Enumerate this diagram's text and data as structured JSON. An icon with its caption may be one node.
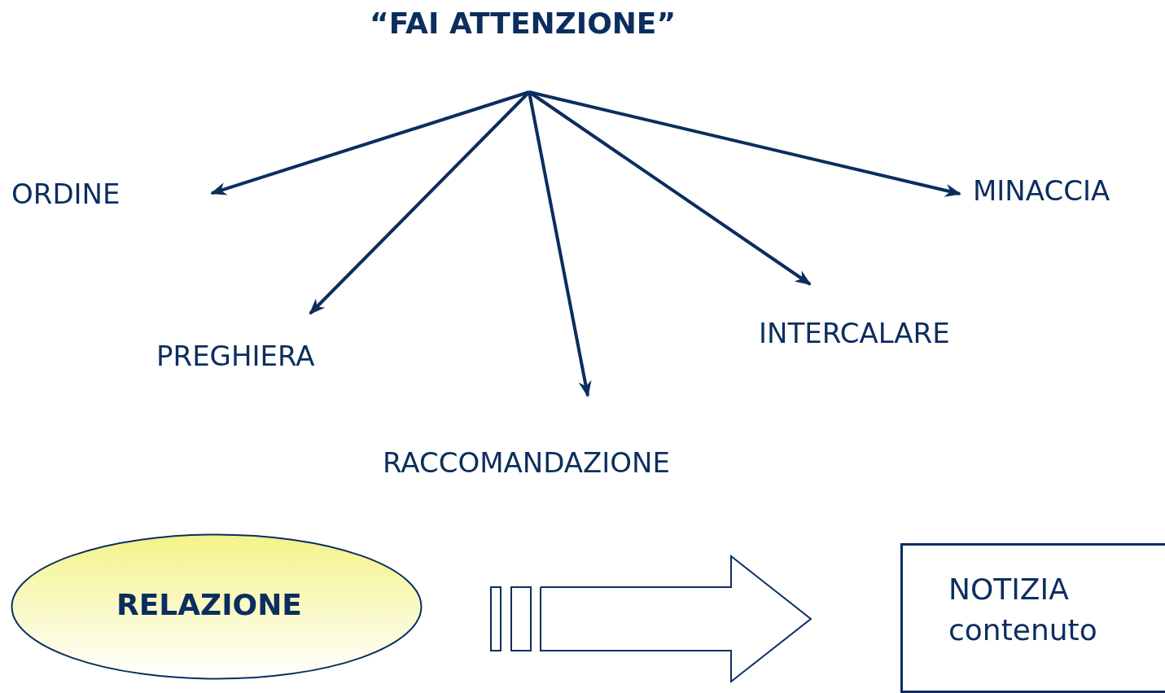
{
  "diagram": {
    "nodes": [
      {
        "text": [
          "“FAI ATTENZIONE”"
        ]
      },
      {
        "text": [
          "ORDINE"
        ]
      },
      {
        "text": [
          "PREGHIERA"
        ]
      },
      {
        "text": [
          "RACCOMANDAZIONE"
        ]
      },
      {
        "text": [
          "INTERCALARE"
        ]
      },
      {
        "text": [
          "MINACCIA"
        ]
      },
      {
        "text": [
          "RELAZIONE"
        ]
      },
      {
        "text": [
          "NOTIZIA",
          "contenuto"
        ]
      }
    ],
    "edges": [
      {
        "from": 0,
        "to": 1,
        "arrow": "to"
      },
      {
        "from": 0,
        "to": 2,
        "arrow": "to"
      },
      {
        "from": 0,
        "to": 3,
        "arrow": "to"
      },
      {
        "from": 0,
        "to": 4,
        "arrow": "to"
      },
      {
        "from": 0,
        "to": 5,
        "arrow": "to"
      },
      {
        "from": 6,
        "to": 7,
        "arrow": "to",
        "style": "thick"
      }
    ]
  }
}
